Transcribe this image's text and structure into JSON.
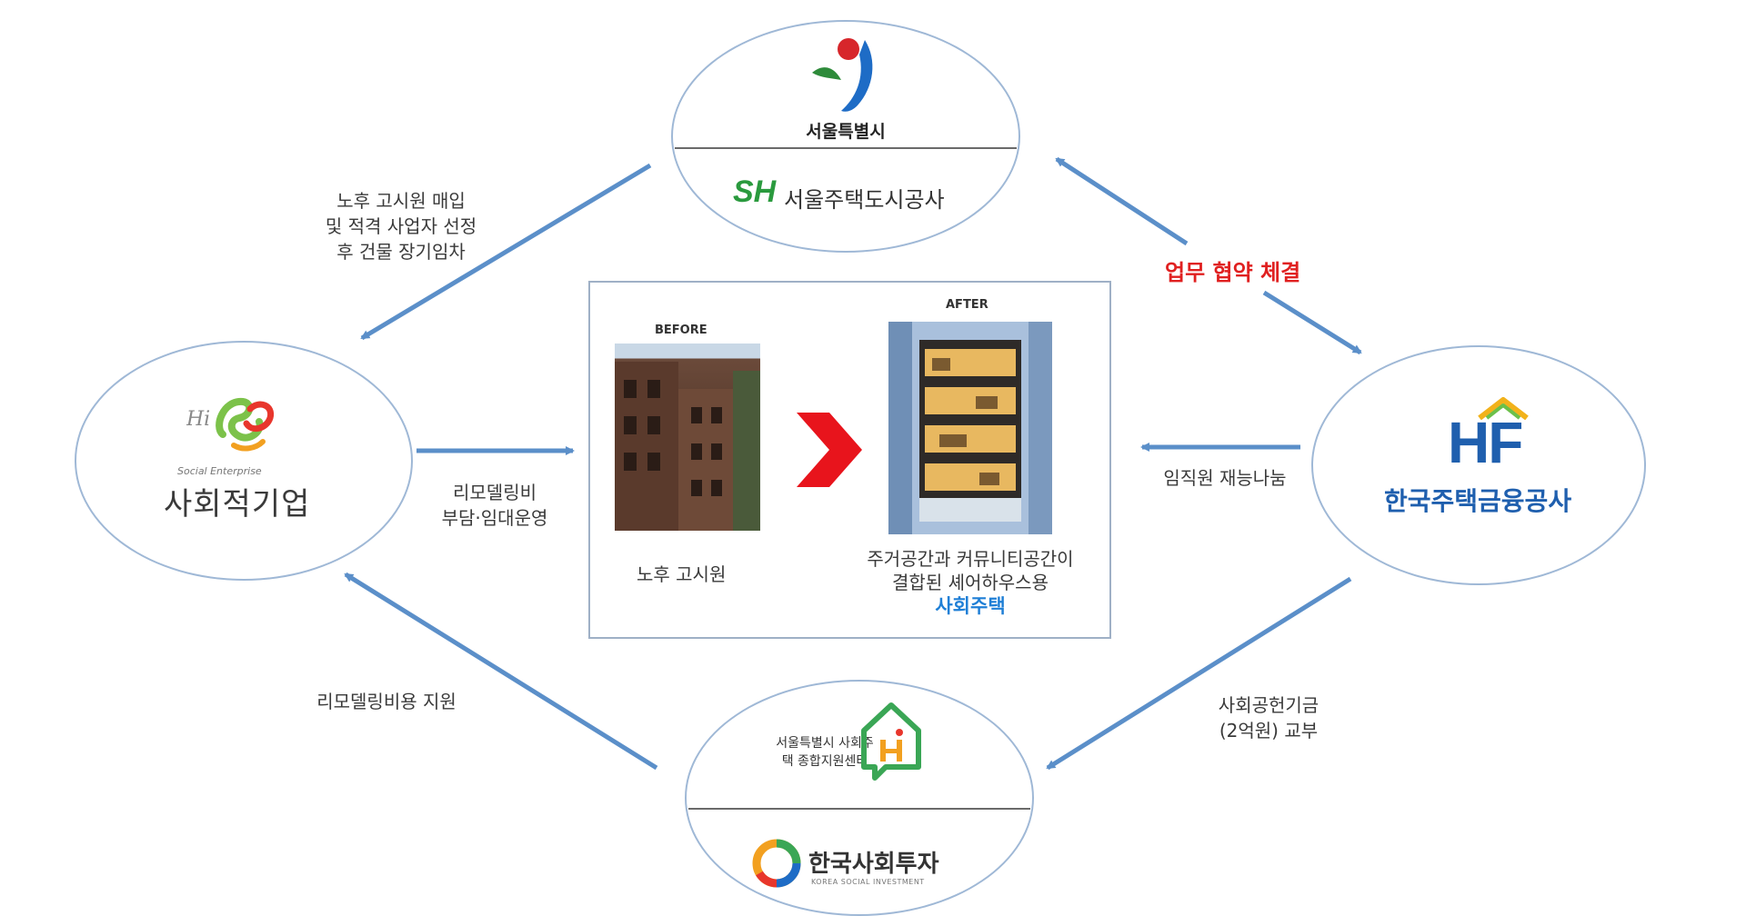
{
  "seoul": {
    "name": "서울특별시",
    "sh_mark": "SH",
    "sh_name": "서울주택도시공사"
  },
  "social_enterprise": {
    "logo_caption": "Social Enterprise",
    "name": "사회적기업"
  },
  "hf": {
    "mark": "HF",
    "name": "한국주택금융공사"
  },
  "center": {
    "support_center_name": "서울특별시 사회주택 종합지원센터",
    "ksi_name": "한국사회투자",
    "ksi_sub": "KOREA SOCIAL INVESTMENT"
  },
  "flows": {
    "top_left": [
      "노후 고시원 매입",
      "및 적격 사업자 선정",
      "후 건물 장기임차"
    ],
    "agreement": "업무 협약 체결",
    "remodel_left": [
      "리모델링비",
      "부담·임대운영"
    ],
    "talent_share": "임직원 재능나눔",
    "remodel_support": "리모델링비용 지원",
    "contribution": [
      "사회공헌기금",
      "(2억원) 교부"
    ]
  },
  "panel": {
    "before_label": "BEFORE",
    "after_label": "AFTER",
    "before_caption": "노후 고시원",
    "after_caption_lines": [
      "주거공간과 커뮤니티공간이",
      "결합된 셰어하우스용"
    ],
    "after_caption_emphasis": "사회주택"
  },
  "colors": {
    "arrow": "#5b8fc9",
    "ellipse_border": "#9fb8d6",
    "agreement_red": "#e02020",
    "hf_blue": "#1f5fae",
    "emphasis_blue": "#1f7fd6",
    "chevron_red": "#e8141c"
  }
}
